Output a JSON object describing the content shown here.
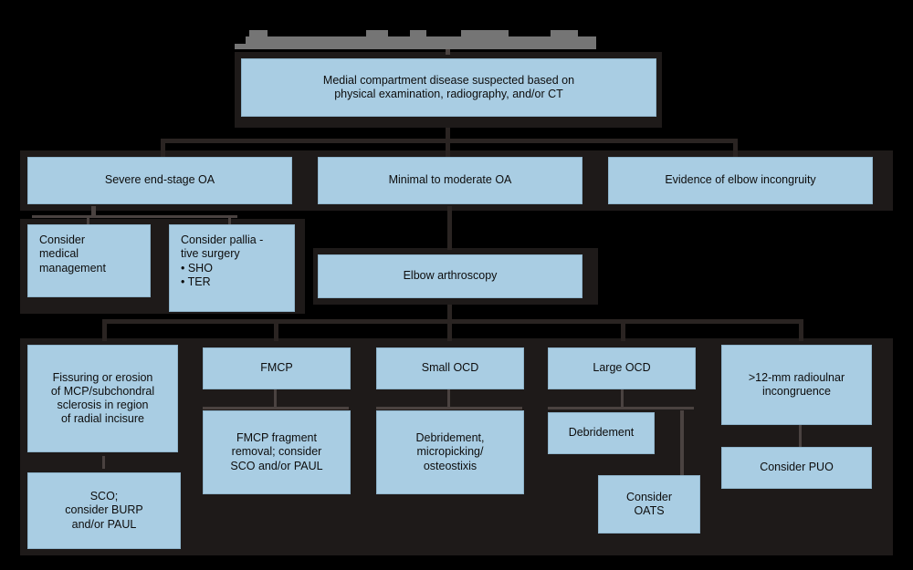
{
  "figure": {
    "title": "Treatment of Medial Compartment Disease",
    "title_state": "redacted",
    "colors": {
      "box_fill": "#a9cde3",
      "box_border": "#8fb4cb",
      "panel": "#1e1a19",
      "background": "#000000",
      "redaction": "#757575",
      "text": "#0d0d0d"
    }
  },
  "nodes": {
    "root": "Medial compartment disease suspected based on\nphysical examination, radiography, and/or CT",
    "branch_severe": "Severe end-stage OA",
    "branch_minimal": "Minimal to moderate OA",
    "branch_incongruity": "Evidence of elbow incongruity",
    "medical_management": "Consider\nmedical\nmanagement",
    "palliative_surgery": "Consider pallia  -\ntive surgery\n• SHO\n• TER",
    "arthroscopy": "Elbow arthroscopy",
    "fissuring": "Fissuring or erosion\nof MCP/subchondral\nsclerosis in region\nof radial incisure",
    "sco_burp": "SCO;\nconsider BURP\nand/or PAUL",
    "fmcp": "FMCP",
    "fmcp_removal": "FMCP fragment\nremoval; consider\nSCO and/or PAUL",
    "small_ocd": "Small OCD",
    "debridement_micropicking": "Debridement,\nmicropicking/\nosteostixis",
    "large_ocd": "Large OCD",
    "debridement": "Debridement",
    "consider_oats": "Consider\nOATS",
    "radioulnar": ">12-mm radioulnar\nincongruence",
    "consider_puo": "Consider PUO"
  }
}
